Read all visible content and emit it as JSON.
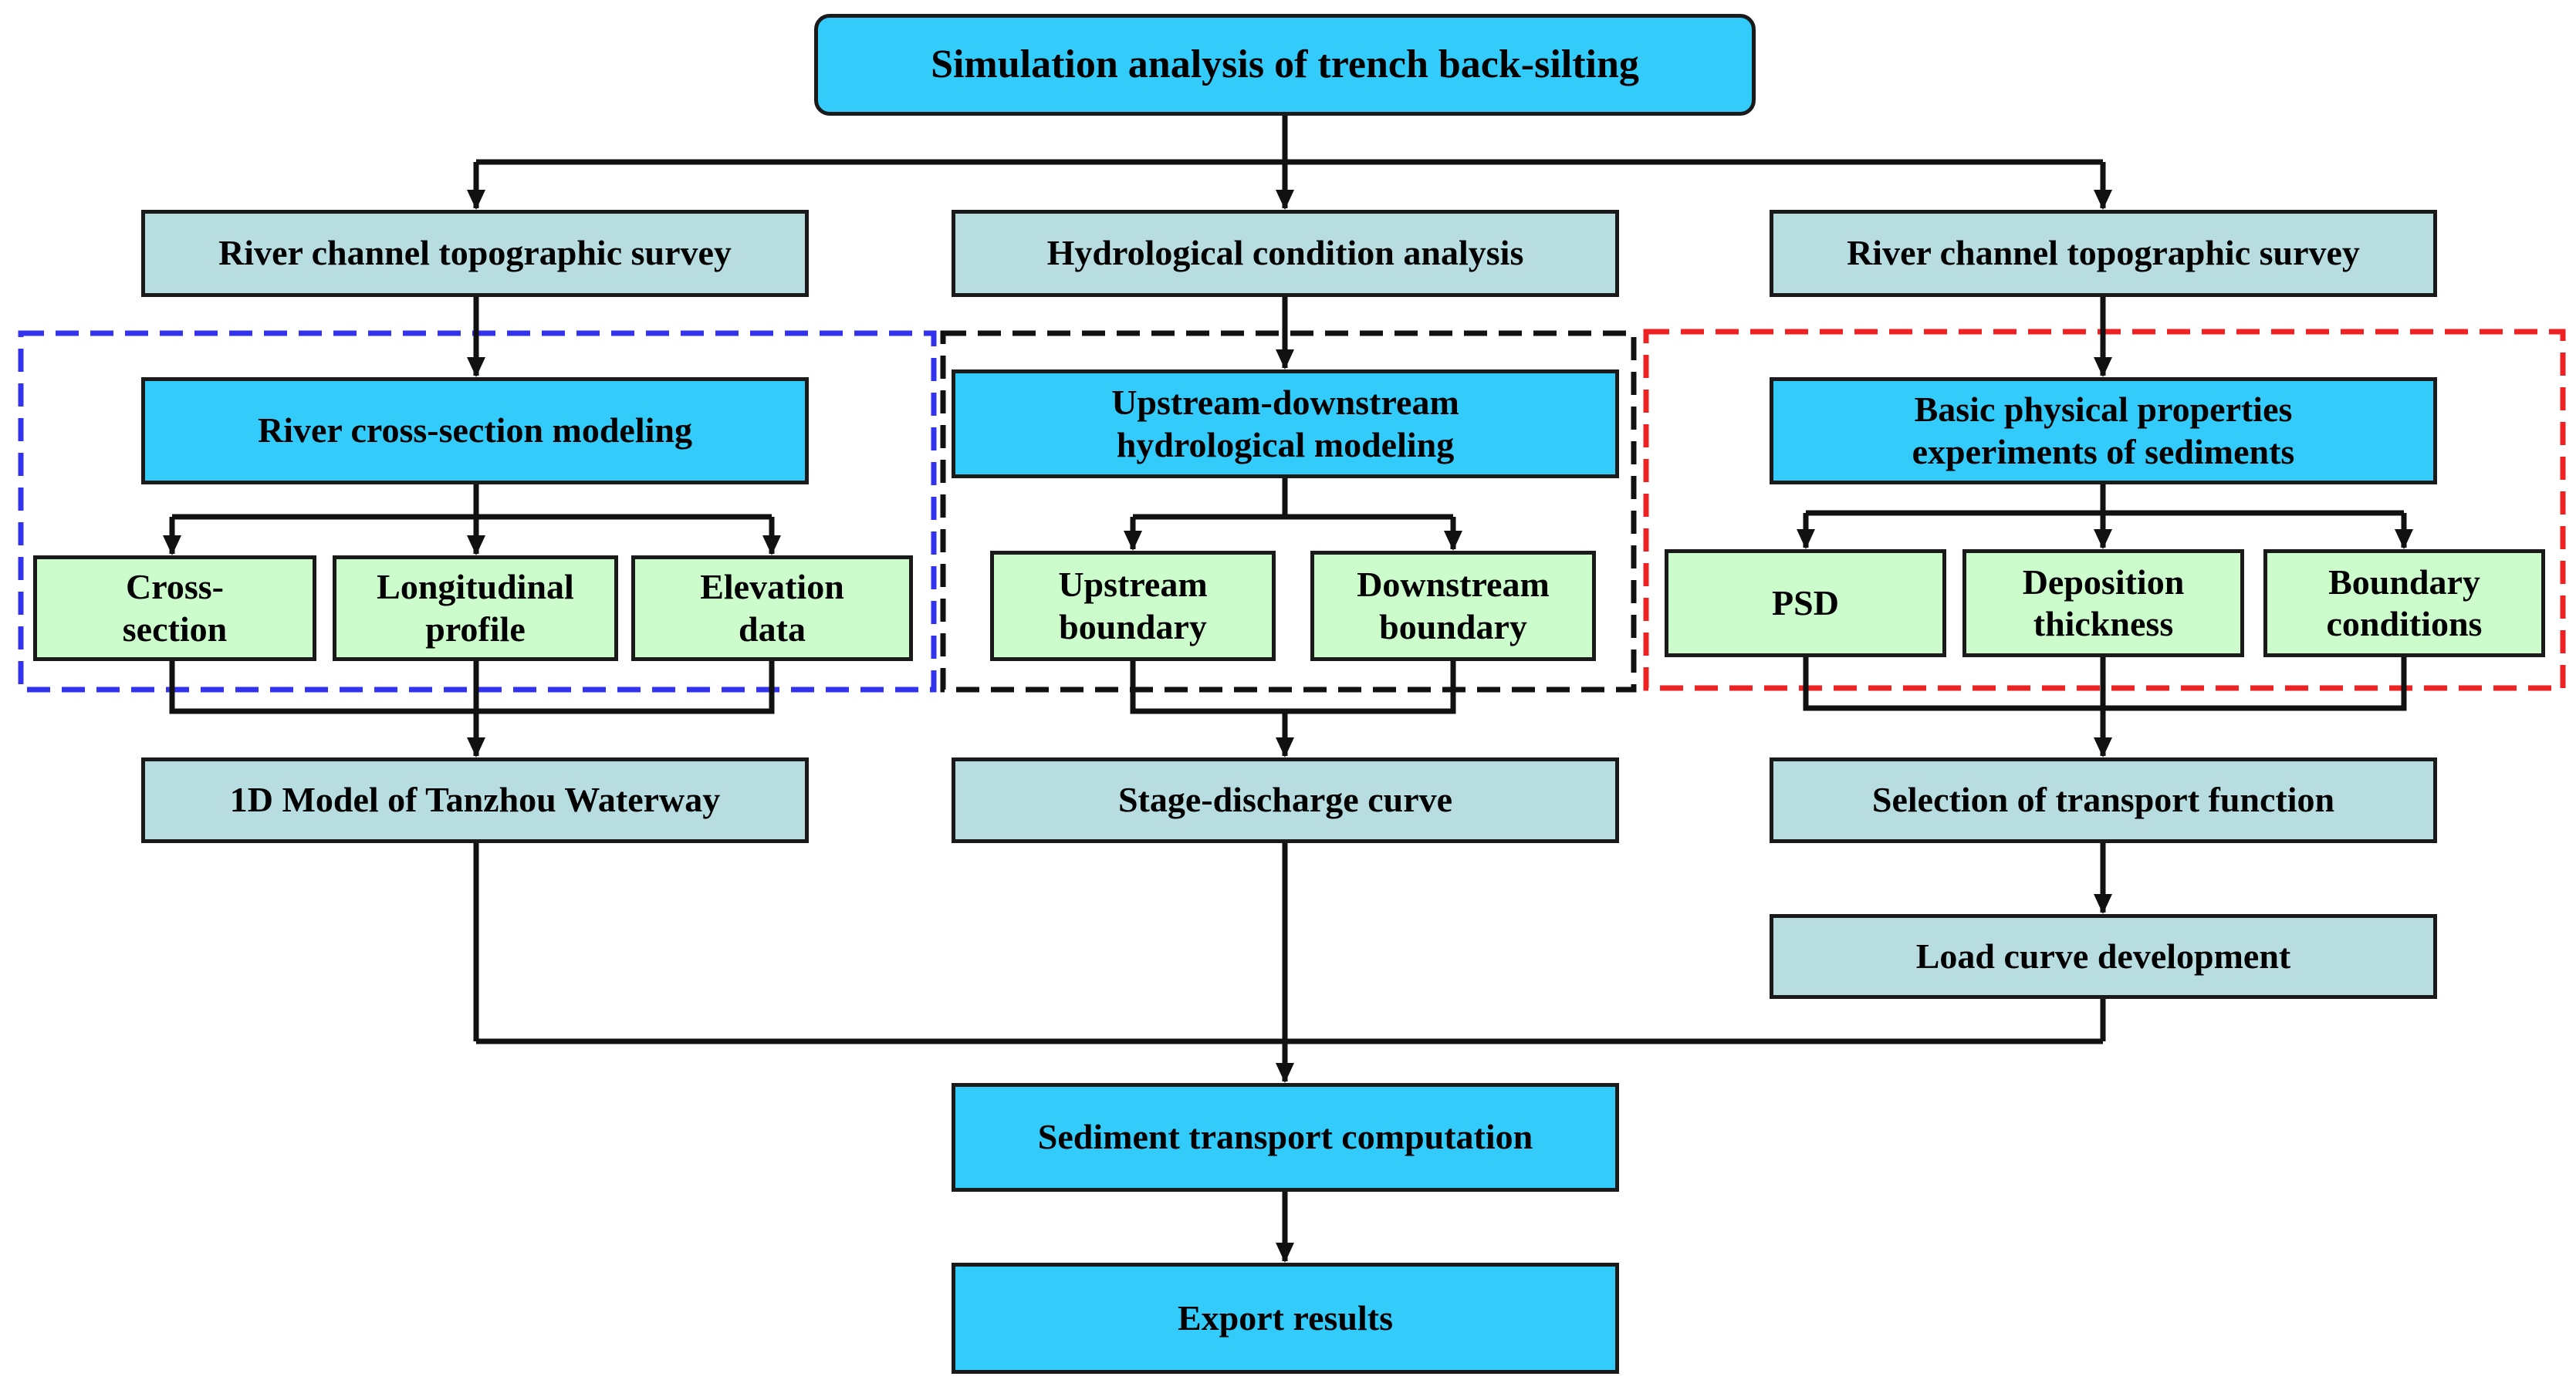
{
  "title": "Simulation analysis of trench back-silting",
  "branches": {
    "left": {
      "header": "River channel topographic survey",
      "model": "River cross-section modeling",
      "leaves": [
        "Cross-\nsection",
        "Longitudinal\nprofile",
        "Elevation\ndata"
      ],
      "output": "1D Model of Tanzhou Waterway",
      "frame_color": "#3333ee"
    },
    "middle": {
      "header": "Hydrological condition analysis",
      "model": "Upstream-downstream\nhydrological modeling",
      "leaves": [
        "Upstream\nboundary",
        "Downstream\nboundary"
      ],
      "output": "Stage-discharge curve",
      "frame_color": "#111111"
    },
    "right": {
      "header": "River channel topographic survey",
      "model": "Basic physical properties\nexperiments of sediments",
      "leaves": [
        "PSD",
        "Deposition\nthickness",
        "Boundary\nconditions"
      ],
      "output": "Selection of transport function",
      "output2": "Load curve development",
      "frame_color": "#ee2222"
    }
  },
  "computation": "Sediment transport computation",
  "results": "Export results",
  "colors": {
    "primary_box": "#33ccfa",
    "secondary_box": "#b7dde0",
    "leaf_box": "#ccfccc",
    "line": "#111111"
  }
}
